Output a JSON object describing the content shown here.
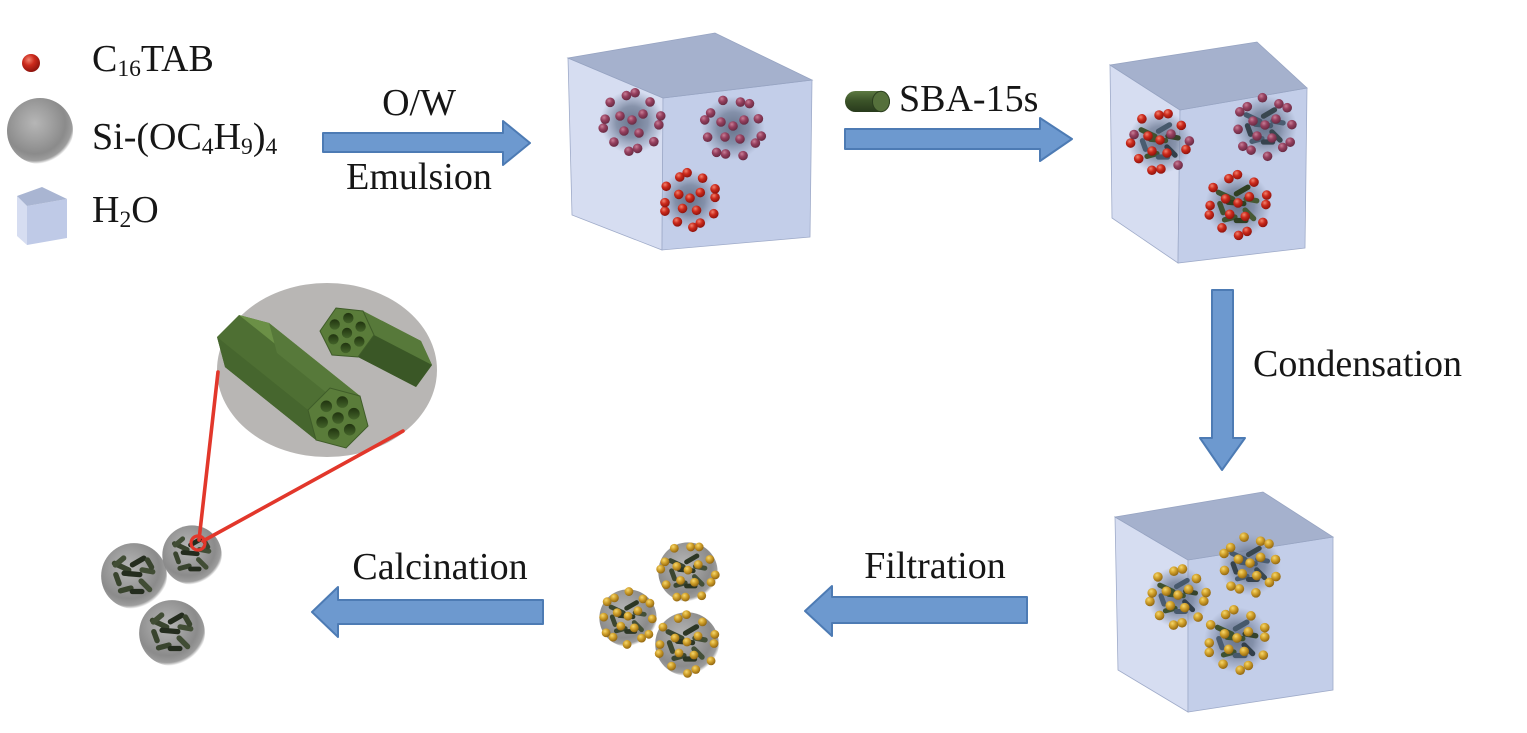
{
  "legend": {
    "items": [
      {
        "icon": "red-sphere-icon",
        "segments": [
          {
            "t": "C"
          },
          {
            "t": "16",
            "sub": true
          },
          {
            "t": "TAB"
          }
        ]
      },
      {
        "icon": "gray-sphere-icon",
        "segments": [
          {
            "t": "Si-(OC"
          },
          {
            "t": "4",
            "sub": true
          },
          {
            "t": "H"
          },
          {
            "t": "9",
            "sub": true
          },
          {
            "t": ")"
          },
          {
            "t": "4",
            "sub": true
          }
        ]
      },
      {
        "icon": "blue-cube-icon",
        "segments": [
          {
            "t": "H"
          },
          {
            "t": "2",
            "sub": true
          },
          {
            "t": "O"
          }
        ]
      }
    ]
  },
  "process": {
    "step1_line1": "O/W",
    "step1_line2": "Emulsion",
    "step2": "SBA-15s",
    "step3": "Condensation",
    "step4": "Filtration",
    "step5": "Calcination"
  },
  "colors": {
    "arrow_fill": "#6d99cf",
    "arrow_stroke": "#4d7bb4",
    "cube_top": "#a5b1cd",
    "cube_left": "#d6ddf1",
    "cube_front": "#c3cee9",
    "surfactant_red": "#cc2a1c",
    "surfactant_purple": "#96405f",
    "condensed_gold": "#d2a22c",
    "sba_green": "#4e6f33",
    "particle_gray": "#9a9a9a",
    "callout_red": "#e2372b"
  }
}
